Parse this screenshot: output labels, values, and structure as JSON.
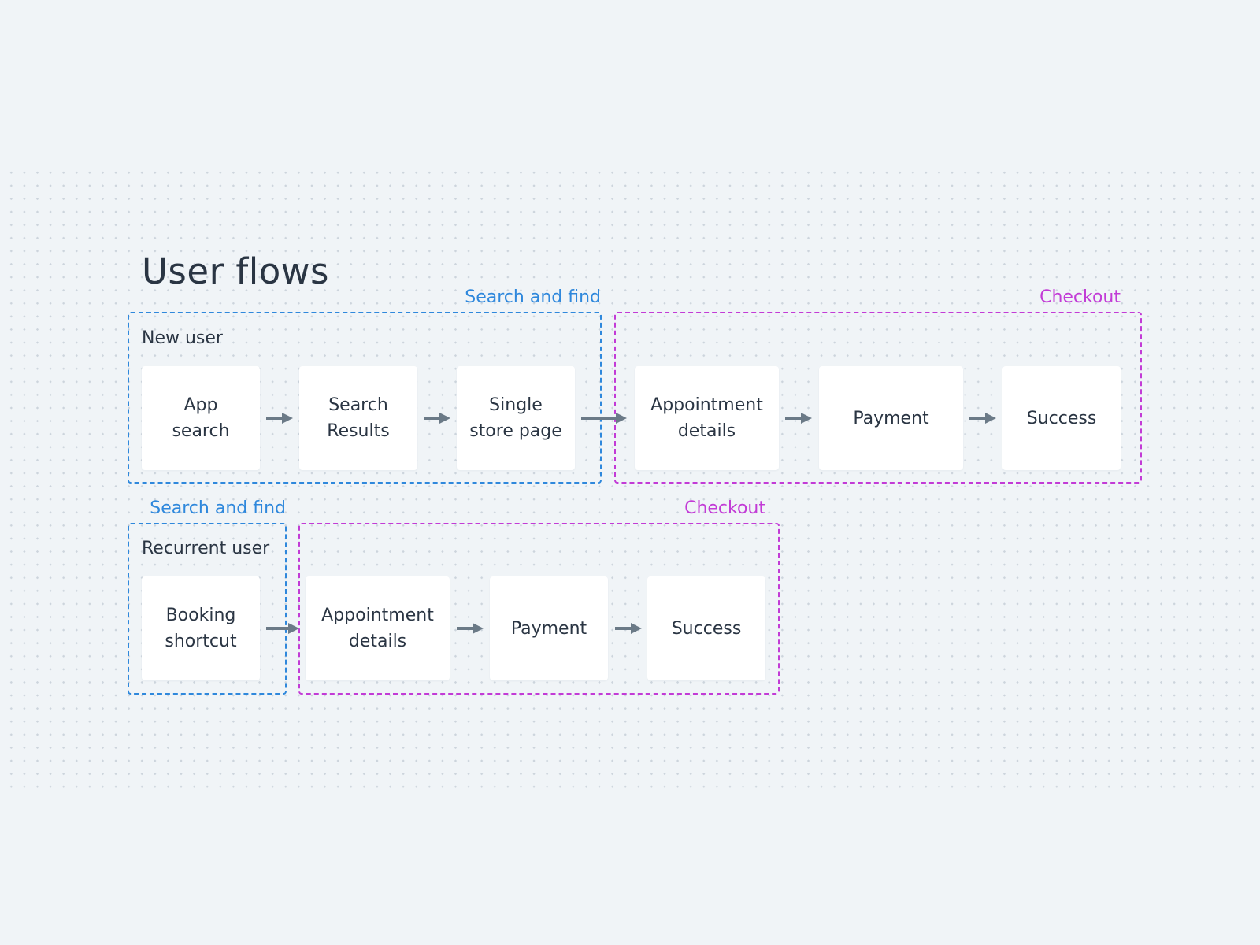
{
  "title": "User flows",
  "colors": {
    "background": "#f0f4f7",
    "search_group": "#2f88dc",
    "checkout_group": "#c23bd6",
    "step_fill": "#ffffff",
    "arrow": "#6b7a87",
    "text": "#2a3543"
  },
  "flows": [
    {
      "label": "New user",
      "search_group_label": "Search and find",
      "checkout_group_label": "Checkout",
      "steps": [
        "App\nsearch",
        "Search\nResults",
        "Single\nstore page",
        "Appointment\ndetails",
        "Payment",
        "Success"
      ]
    },
    {
      "label": "Recurrent user",
      "search_group_label": "Search and find",
      "checkout_group_label": "Checkout",
      "steps": [
        "Booking\nshortcut",
        "Appointment\ndetails",
        "Payment",
        "Success"
      ]
    }
  ]
}
